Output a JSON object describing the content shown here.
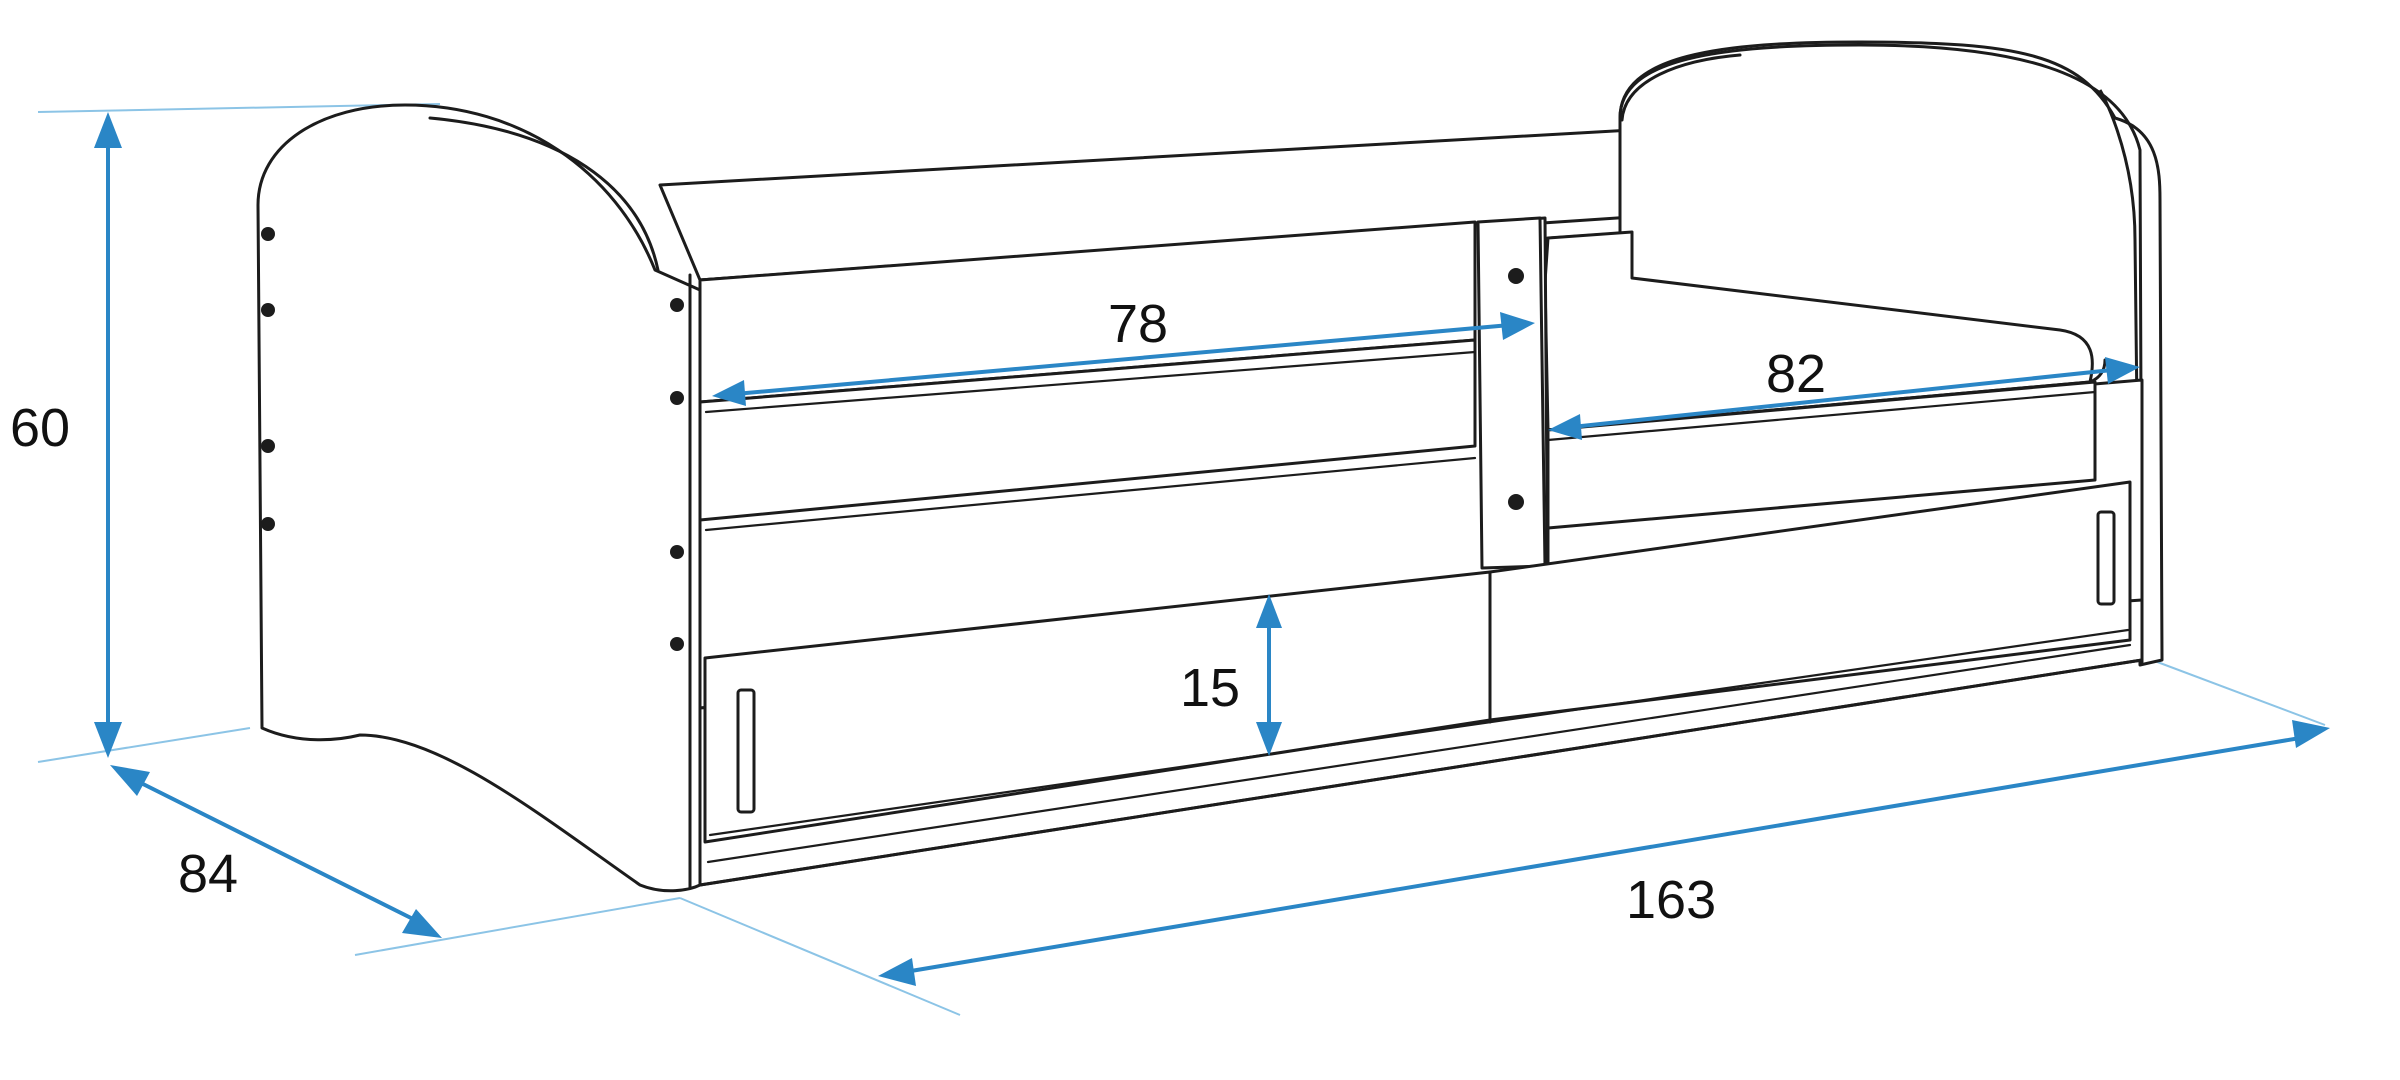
{
  "dimensions": {
    "height": "60",
    "depth": "84",
    "length": "163",
    "guard_rail": "78",
    "opening": "82",
    "drawer": "15"
  },
  "colors": {
    "outline": "#1c1c1c",
    "dimension_line": "#2a86c6",
    "extension_line": "#8cc4e6"
  }
}
